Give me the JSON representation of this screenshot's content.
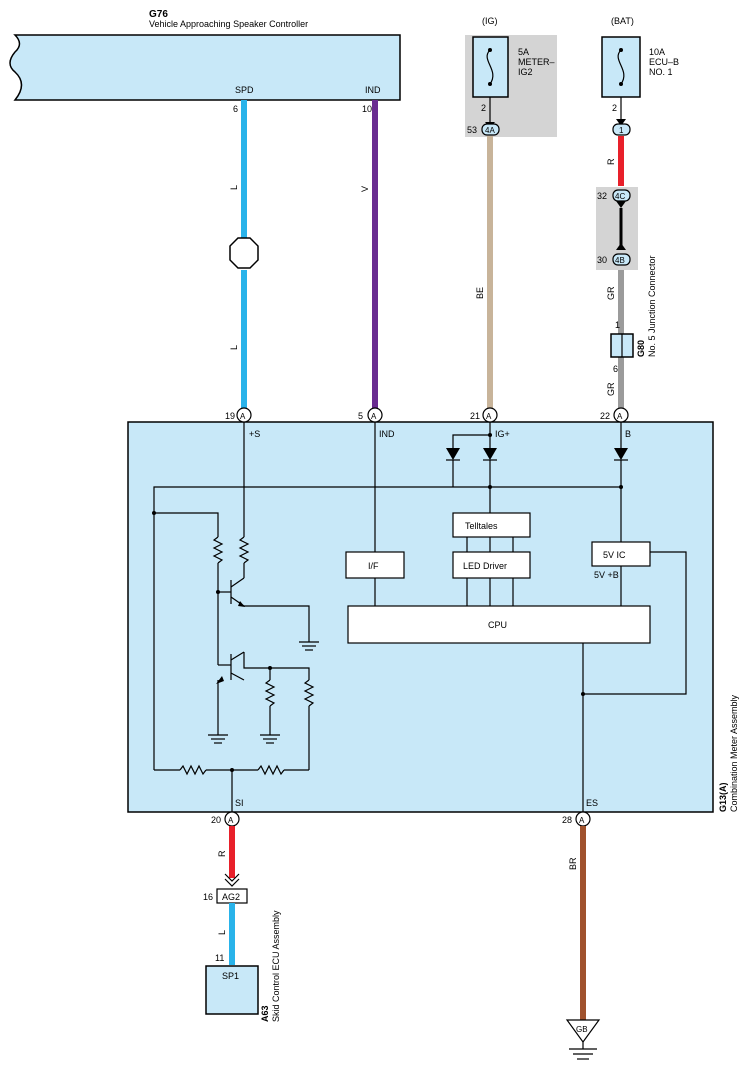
{
  "components": {
    "g76": {
      "code": "G76",
      "name": "Vehicle Approaching Speaker Controller"
    },
    "ig_fuse": {
      "group": "(IG)",
      "rating": "5A",
      "name_line1": "METER–",
      "name_line2": "IG2"
    },
    "bat_fuse": {
      "group": "(BAT)",
      "rating": "10A",
      "name_line1": "ECU–B",
      "name_line2": "NO. 1"
    },
    "g80": {
      "code": "G80",
      "name": "No. 5 Junction Connector"
    },
    "g13": {
      "code": "G13(A)",
      "name": "Combination Meter Assembly"
    },
    "a63": {
      "code": "A63",
      "name": "Skid Control ECU Assembly"
    },
    "ground": {
      "label": "GB"
    }
  },
  "g76_pins": {
    "spd": {
      "name": "SPD",
      "num": "6"
    },
    "ind": {
      "name": "IND",
      "num": "10"
    }
  },
  "meter_pins": {
    "p19": {
      "num": "19",
      "term": "A",
      "name": "+S"
    },
    "p5": {
      "num": "5",
      "term": "A",
      "name": "IND"
    },
    "p21": {
      "num": "21",
      "term": "A",
      "name": "IG+"
    },
    "p22": {
      "num": "22",
      "term": "A",
      "name": "B"
    },
    "p20": {
      "num": "20",
      "term": "A",
      "name": "SI"
    },
    "p28": {
      "num": "28",
      "term": "A",
      "name": "ES"
    }
  },
  "internal_blocks": {
    "if": "I/F",
    "telltales": "Telltales",
    "led_driver": "LED Driver",
    "ic5v": "5V IC",
    "v5b": "5V +B",
    "cpu": "CPU"
  },
  "connectors": {
    "c4a": {
      "label": "4A",
      "pin": "53",
      "fuse_pin": "2"
    },
    "c1": {
      "label": "1",
      "fuse_pin": "2"
    },
    "c4c": {
      "label": "4C",
      "pin": "32"
    },
    "c4b": {
      "label": "4B",
      "pin": "30"
    },
    "g80_pins": {
      "top": "1",
      "bottom": "6"
    },
    "ag2": {
      "label": "AG2",
      "pin": "16"
    },
    "sp1": {
      "label": "SP1",
      "pin": "11"
    }
  },
  "wire_colors": {
    "spd_top": "L",
    "spd_bottom": "L",
    "ind": "V",
    "ig": "BE",
    "bat_r": "R",
    "bat_gr1": "GR",
    "bat_gr2": "GR",
    "si_r": "R",
    "si_l": "L",
    "es": "BR"
  },
  "colors": {
    "module_fill": "#c8e8f8",
    "wire_L": "#29b3ea",
    "wire_V": "#6a2c91",
    "wire_BE": "#c8b49a",
    "wire_R": "#e8202a",
    "wire_GR": "#9b9b9b",
    "wire_BR": "#a0522d",
    "fuse_bg": "#d4d4d4"
  }
}
